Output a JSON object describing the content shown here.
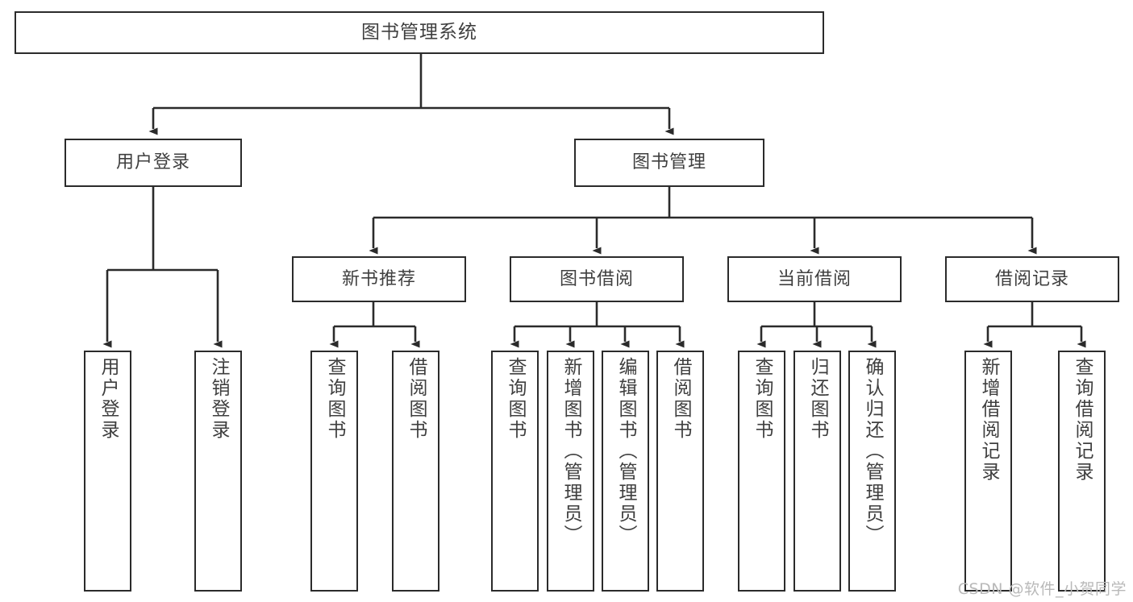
{
  "diagram": {
    "type": "tree-hierarchy",
    "title": "图书管理系统",
    "watermark": "CSDN @软件_小贺同学",
    "colors": {
      "box_border": "#2b2b2b",
      "box_fill": "#ffffff",
      "edge": "#2b2b2b",
      "text": "#3f3f3f",
      "watermark": "#b9b9b9",
      "background": "#ffffff"
    },
    "nodes": {
      "root": {
        "label": "图书管理系统"
      },
      "level2": [
        {
          "id": "user-login",
          "label": "用户登录"
        },
        {
          "id": "book-manage",
          "label": "图书管理"
        }
      ],
      "level3": [
        {
          "id": "new-book-recommend",
          "label": "新书推荐"
        },
        {
          "id": "book-borrow",
          "label": "图书借阅"
        },
        {
          "id": "current-borrow",
          "label": "当前借阅"
        },
        {
          "id": "borrow-record",
          "label": "借阅记录"
        }
      ],
      "leaves": [
        {
          "id": "leaf-user-login",
          "label": "用户登录",
          "parent": "user-login"
        },
        {
          "id": "leaf-logout-login",
          "label": "注销登录",
          "parent": "user-login"
        },
        {
          "id": "leaf-query-book-1",
          "label": "查询图书",
          "parent": "new-book-recommend"
        },
        {
          "id": "leaf-borrow-book-1",
          "label": "借阅图书",
          "parent": "new-book-recommend"
        },
        {
          "id": "leaf-query-book-2",
          "label": "查询图书",
          "parent": "book-borrow"
        },
        {
          "id": "leaf-add-book",
          "label": "新增图书（管理员）",
          "parent": "book-borrow"
        },
        {
          "id": "leaf-edit-book",
          "label": "编辑图书（管理员）",
          "parent": "book-borrow"
        },
        {
          "id": "leaf-borrow-book-2",
          "label": "借阅图书",
          "parent": "book-borrow"
        },
        {
          "id": "leaf-query-book-3",
          "label": "查询图书",
          "parent": "current-borrow"
        },
        {
          "id": "leaf-return-book",
          "label": "归还图书",
          "parent": "current-borrow"
        },
        {
          "id": "leaf-confirm-return",
          "label": "确认归还（管理员）",
          "parent": "current-borrow"
        },
        {
          "id": "leaf-add-record",
          "label": "新增借阅记录",
          "parent": "borrow-record"
        },
        {
          "id": "leaf-query-record",
          "label": "查询借阅记录",
          "parent": "borrow-record"
        }
      ]
    }
  }
}
